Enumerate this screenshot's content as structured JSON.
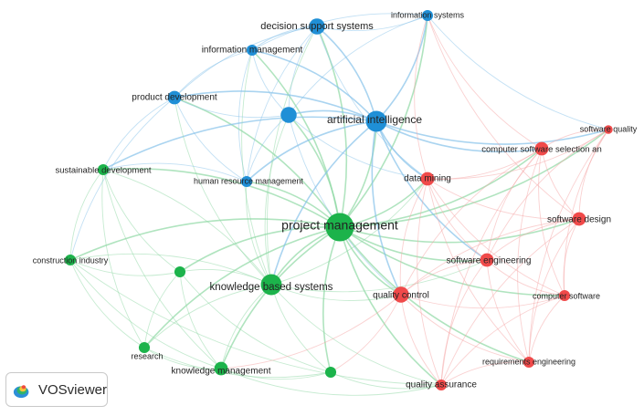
{
  "app": {
    "name": "VOSviewer",
    "logo_icon": "vosviewer-logo-icon"
  },
  "clusters": {
    "red": "#f04a4a",
    "green": "#1cb34b",
    "blue": "#1f8fd6"
  },
  "nodes": [
    {
      "id": "pm",
      "label": "project management",
      "cluster": "green",
      "w": 10
    },
    {
      "id": "ai",
      "label": "artificial intelligence",
      "cluster": "blue",
      "w": 7
    },
    {
      "id": "kbs",
      "label": "knowledge based systems",
      "cluster": "green",
      "w": 7
    },
    {
      "id": "dss",
      "label": "decision support systems",
      "cluster": "blue",
      "w": 5
    },
    {
      "id": "is",
      "label": "information systems",
      "cluster": "blue",
      "w": 3
    },
    {
      "id": "im",
      "label": "information management",
      "cluster": "blue",
      "w": 3
    },
    {
      "id": "pd",
      "label": "product development",
      "cluster": "blue",
      "w": 4
    },
    {
      "id": "unl",
      "label": "",
      "cluster": "blue",
      "w": 5
    },
    {
      "id": "hrm",
      "label": "human resource management",
      "cluster": "blue",
      "w": 3
    },
    {
      "id": "sd",
      "label": "sustainable development",
      "cluster": "green",
      "w": 3
    },
    {
      "id": "ci",
      "label": "construction industry",
      "cluster": "green",
      "w": 3
    },
    {
      "id": "g1",
      "label": "",
      "cluster": "green",
      "w": 3
    },
    {
      "id": "res",
      "label": "research",
      "cluster": "green",
      "w": 3
    },
    {
      "id": "km",
      "label": "knowledge management",
      "cluster": "green",
      "w": 4
    },
    {
      "id": "g2",
      "label": "",
      "cluster": "green",
      "w": 3
    },
    {
      "id": "dm",
      "label": "data mining",
      "cluster": "red",
      "w": 4
    },
    {
      "id": "sq",
      "label": "software quality",
      "cluster": "red",
      "w": 2
    },
    {
      "id": "css",
      "label": "computer software selection an",
      "cluster": "red",
      "w": 4
    },
    {
      "id": "sdes",
      "label": "software design",
      "cluster": "red",
      "w": 4
    },
    {
      "id": "se",
      "label": "software engineering",
      "cluster": "red",
      "w": 4
    },
    {
      "id": "qc",
      "label": "quality control",
      "cluster": "red",
      "w": 5
    },
    {
      "id": "cs",
      "label": "computer software",
      "cluster": "red",
      "w": 3
    },
    {
      "id": "re",
      "label": "requirements engineering",
      "cluster": "red",
      "w": 3
    },
    {
      "id": "qa",
      "label": "quality assurance",
      "cluster": "red",
      "w": 3
    }
  ],
  "edges": [
    [
      "pm",
      "ai"
    ],
    [
      "pm",
      "kbs"
    ],
    [
      "pm",
      "dss"
    ],
    [
      "pm",
      "is"
    ],
    [
      "pm",
      "im"
    ],
    [
      "pm",
      "pd"
    ],
    [
      "pm",
      "unl"
    ],
    [
      "pm",
      "hrm"
    ],
    [
      "pm",
      "sd"
    ],
    [
      "pm",
      "ci"
    ],
    [
      "pm",
      "g1"
    ],
    [
      "pm",
      "res"
    ],
    [
      "pm",
      "km"
    ],
    [
      "pm",
      "g2"
    ],
    [
      "pm",
      "dm"
    ],
    [
      "pm",
      "sq"
    ],
    [
      "pm",
      "css"
    ],
    [
      "pm",
      "sdes"
    ],
    [
      "pm",
      "se"
    ],
    [
      "pm",
      "qc"
    ],
    [
      "pm",
      "cs"
    ],
    [
      "pm",
      "re"
    ],
    [
      "pm",
      "qa"
    ],
    [
      "ai",
      "dss"
    ],
    [
      "ai",
      "is"
    ],
    [
      "ai",
      "im"
    ],
    [
      "ai",
      "pd"
    ],
    [
      "ai",
      "unl"
    ],
    [
      "ai",
      "hrm"
    ],
    [
      "ai",
      "dm"
    ],
    [
      "ai",
      "kbs"
    ],
    [
      "ai",
      "css"
    ],
    [
      "ai",
      "sq"
    ],
    [
      "ai",
      "se"
    ],
    [
      "ai",
      "qc"
    ],
    [
      "ai",
      "sd"
    ],
    [
      "dss",
      "is"
    ],
    [
      "dss",
      "im"
    ],
    [
      "dss",
      "pd"
    ],
    [
      "dss",
      "unl"
    ],
    [
      "dss",
      "hrm"
    ],
    [
      "dss",
      "kbs"
    ],
    [
      "dss",
      "dm"
    ],
    [
      "is",
      "im"
    ],
    [
      "is",
      "unl"
    ],
    [
      "is",
      "sq"
    ],
    [
      "is",
      "css"
    ],
    [
      "is",
      "sdes"
    ],
    [
      "is",
      "dm"
    ],
    [
      "im",
      "pd"
    ],
    [
      "im",
      "unl"
    ],
    [
      "im",
      "hrm"
    ],
    [
      "im",
      "kbs"
    ],
    [
      "pd",
      "unl"
    ],
    [
      "pd",
      "sd"
    ],
    [
      "pd",
      "kbs"
    ],
    [
      "pd",
      "hrm"
    ],
    [
      "pd",
      "ci"
    ],
    [
      "unl",
      "hrm"
    ],
    [
      "unl",
      "kbs"
    ],
    [
      "unl",
      "dm"
    ],
    [
      "unl",
      "qc"
    ],
    [
      "hrm",
      "kbs"
    ],
    [
      "hrm",
      "sd"
    ],
    [
      "kbs",
      "sd"
    ],
    [
      "kbs",
      "ci"
    ],
    [
      "kbs",
      "g1"
    ],
    [
      "kbs",
      "res"
    ],
    [
      "kbs",
      "km"
    ],
    [
      "kbs",
      "g2"
    ],
    [
      "kbs",
      "qc"
    ],
    [
      "kbs",
      "se"
    ],
    [
      "kbs",
      "dm"
    ],
    [
      "kbs",
      "qa"
    ],
    [
      "sd",
      "ci"
    ],
    [
      "sd",
      "g1"
    ],
    [
      "sd",
      "res"
    ],
    [
      "sd",
      "km"
    ],
    [
      "ci",
      "g1"
    ],
    [
      "ci",
      "res"
    ],
    [
      "ci",
      "km"
    ],
    [
      "ci",
      "qa"
    ],
    [
      "g1",
      "res"
    ],
    [
      "g1",
      "km"
    ],
    [
      "g1",
      "g2"
    ],
    [
      "res",
      "km"
    ],
    [
      "res",
      "g2"
    ],
    [
      "km",
      "g2"
    ],
    [
      "km",
      "qc"
    ],
    [
      "km",
      "qa"
    ],
    [
      "g2",
      "qc"
    ],
    [
      "g2",
      "qa"
    ],
    [
      "dm",
      "css"
    ],
    [
      "dm",
      "sdes"
    ],
    [
      "dm",
      "se"
    ],
    [
      "dm",
      "qc"
    ],
    [
      "dm",
      "sq"
    ],
    [
      "dm",
      "cs"
    ],
    [
      "dm",
      "qa"
    ],
    [
      "dm",
      "re"
    ],
    [
      "sq",
      "css"
    ],
    [
      "sq",
      "sdes"
    ],
    [
      "sq",
      "se"
    ],
    [
      "sq",
      "cs"
    ],
    [
      "sq",
      "re"
    ],
    [
      "css",
      "sdes"
    ],
    [
      "css",
      "se"
    ],
    [
      "css",
      "qc"
    ],
    [
      "css",
      "cs"
    ],
    [
      "css",
      "re"
    ],
    [
      "css",
      "qa"
    ],
    [
      "sdes",
      "se"
    ],
    [
      "sdes",
      "qc"
    ],
    [
      "sdes",
      "cs"
    ],
    [
      "sdes",
      "re"
    ],
    [
      "sdes",
      "qa"
    ],
    [
      "se",
      "qc"
    ],
    [
      "se",
      "cs"
    ],
    [
      "se",
      "re"
    ],
    [
      "se",
      "qa"
    ],
    [
      "qc",
      "cs"
    ],
    [
      "qc",
      "re"
    ],
    [
      "qc",
      "qa"
    ],
    [
      "cs",
      "re"
    ],
    [
      "cs",
      "qa"
    ],
    [
      "re",
      "qa"
    ]
  ]
}
